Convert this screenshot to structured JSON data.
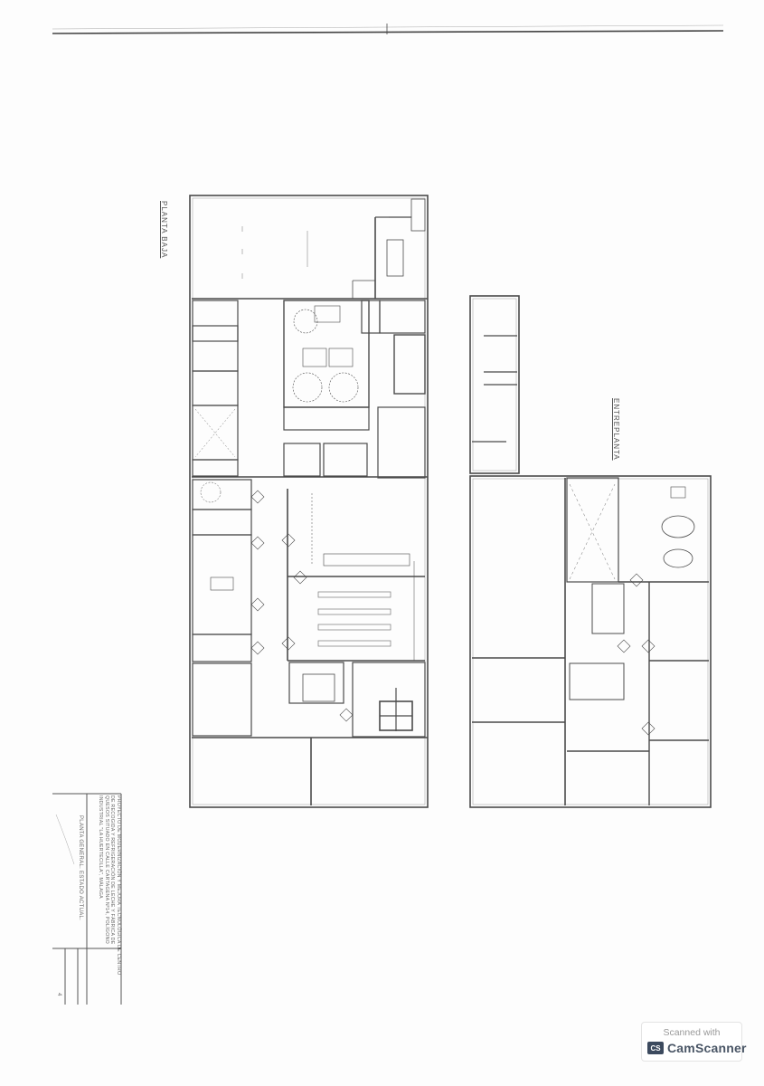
{
  "document": {
    "type": "architectural-floor-plan",
    "colors": {
      "line": "#5a5a5a",
      "wall": "#4a4a4a",
      "paper": "#fdfdfd"
    }
  },
  "plans": [
    {
      "id": "planta-baja",
      "label": "PLANTA BAJA"
    },
    {
      "id": "entreplanta",
      "label": "ENTREPLANTA"
    }
  ],
  "title_block": {
    "project_lines": [
      "PROYECTO DE MODERNIZACIÓN Y MEJORA TECNOLÓGICA DE CENTRO",
      "DE RECOGIDA Y REFRIGERACIÓN DE LECHE Y FÁBRICA DE",
      "QUESOS SITUADO EN CALLE CARTAGENA Nº14, POLÍGONO",
      "INDUSTRIAL \"LA HUERTECILLA\", MÁLAGA"
    ],
    "sheet_title": "PLANTA GENERAL. ESTADO ACTUAL.",
    "sheet_number": "4"
  },
  "watermark": {
    "caption": "Scanned with",
    "logo_text": "CS",
    "brand": "CamScanner"
  }
}
